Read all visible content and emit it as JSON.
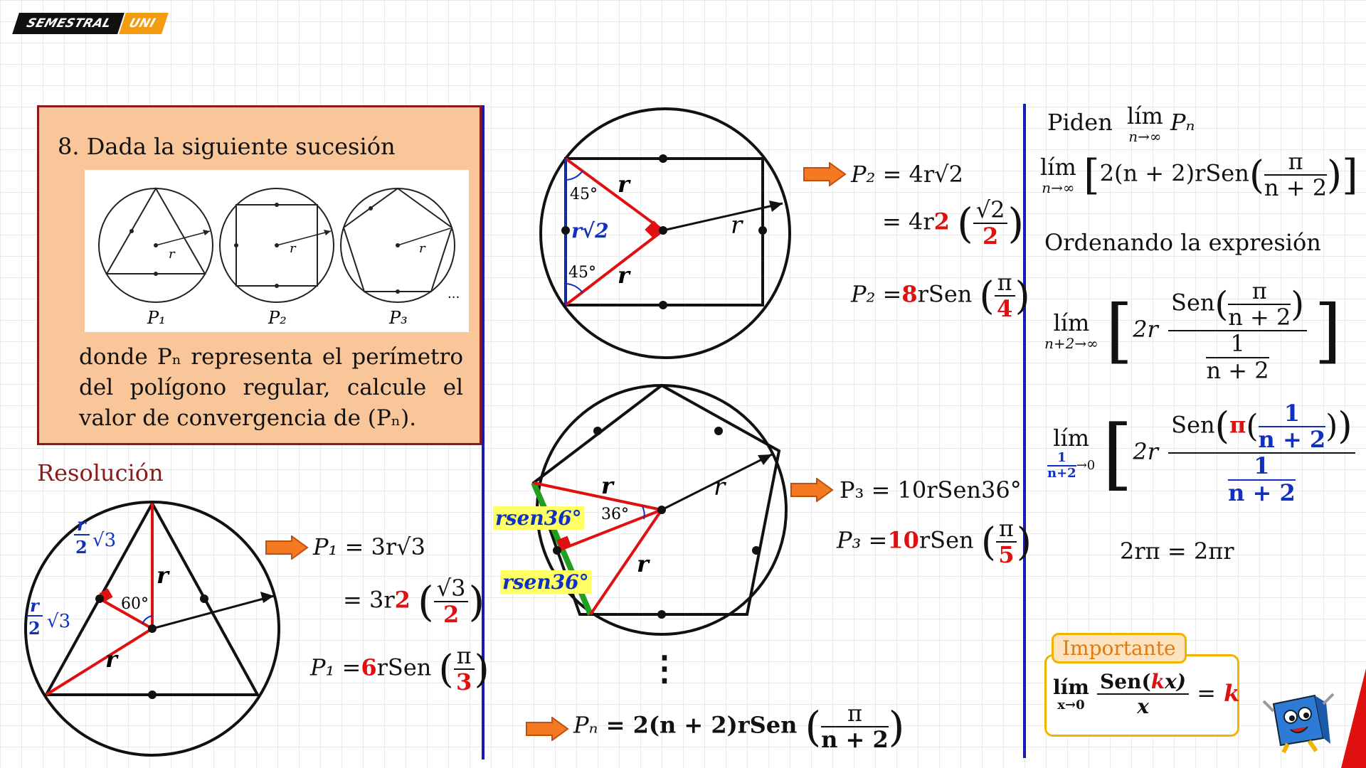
{
  "logo": {
    "left": "SEMESTRAL",
    "right": "UNI"
  },
  "problem": {
    "title": "8. Dada la siguiente sucesión",
    "text": "donde Pₙ representa el perímetro del polígono regular, calcule el valor de convergencia de (Pₙ).",
    "labels": [
      "P₁",
      "P₂",
      "P₃"
    ],
    "ellipsis": "...",
    "radius_label": "r"
  },
  "resolution_label": "Resolución",
  "p1": {
    "eq1_lhs": "P₁",
    "eq1_rhs": "= 3r√3",
    "eq2_a": "= 3r",
    "eq2_b": "2",
    "eq2_num": "√3",
    "eq2_den": "2",
    "eq3_lhs": "P₁ =",
    "eq3_k": "6",
    "eq3_mid": "rSen",
    "eq3_num": "π",
    "eq3_den": "3",
    "fig": {
      "r": "r",
      "angle": "60°",
      "side": "√3"
    }
  },
  "p2": {
    "eq1_lhs": "P₂",
    "eq1_rhs": "= 4r√2",
    "eq2_a": "= 4r",
    "eq2_b": "2",
    "eq2_num": "√2",
    "eq2_den": "2",
    "eq3_lhs": "P₂ =",
    "eq3_k": "8",
    "eq3_mid": "rSen",
    "eq3_num": "π",
    "eq3_den": "4",
    "fig": {
      "r": "r",
      "angle": "45°",
      "side": "r√2"
    }
  },
  "p3": {
    "eq1": "P₃ = 10rSen36°",
    "eq2_lhs": "P₃ =",
    "eq2_k": "10",
    "eq2_mid": "rSen",
    "eq2_num": "π",
    "eq2_den": "5",
    "fig": {
      "r": "r",
      "angle": "36°",
      "side": "rsen36°"
    }
  },
  "dots": "⋮",
  "pn": {
    "lhs": "Pₙ",
    "mid": "= 2(n + 2)rSen",
    "num": "π",
    "den": "n + 2"
  },
  "right": {
    "piden": "Piden",
    "lim": "lím",
    "lim_sub_inf": "n→∞",
    "pn": "Pₙ",
    "limit_expr_a": "2(n + 2)rSen",
    "limit_expr_num": "π",
    "limit_expr_den": "n + 2",
    "ordenando": "Ordenando la expresión",
    "lim_sub2": "n+2→∞",
    "two_r": "2r",
    "sen": "Sen",
    "one": "1",
    "n_plus_2": "n + 2",
    "pi": "π",
    "lim_sub3_den": "n+2",
    "lim_sub3_arrow": "→0",
    "result": "2rπ = 2πr"
  },
  "important": {
    "tag": "Importante",
    "lim": "lím",
    "sub": "x→0",
    "num_a": "Sen(",
    "num_k": "k",
    "num_b": "x)",
    "den": "x",
    "eq": "=",
    "rhs": "k"
  }
}
